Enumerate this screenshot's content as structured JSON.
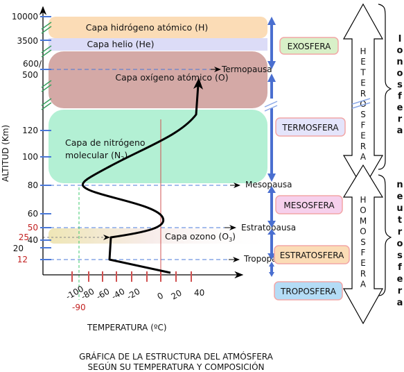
{
  "axes": {
    "y_label": "ALTITUD (Km)",
    "x_label": "TEMPERATURA (ºC)",
    "y_ticks": [
      "10000",
      "3500",
      "600/",
      "500",
      "120",
      "100",
      "80",
      "60",
      "50",
      "40",
      "25",
      "20",
      "12"
    ],
    "x_ticks": [
      "-100",
      "-80",
      "-60",
      "-40",
      "-20",
      "0",
      "20",
      "40"
    ],
    "x_min_label": "-90"
  },
  "layers": {
    "h": "Capa hidrógeno atómico (H)",
    "he": "Capa helio (He)",
    "o": "Capa oxígeno atómico (O)",
    "n2_line1": "Capa de  nitrógeno",
    "n2_line2": "molecular (N",
    "n2_sub": "2",
    "n2_close": ")",
    "ozone": "Capa ozono (O",
    "ozone_sub": "3",
    "ozone_close": ")"
  },
  "pauses": {
    "termopausa": "Termopausa",
    "mesopausa": "Mesopausa",
    "estratopausa": "Estratopausa",
    "tropopausa": "Tropopausa"
  },
  "spheres": {
    "exosfera": "EXOSFERA",
    "termosfera": "TERMOSFERA",
    "mesosfera": "MESOSFERA",
    "estratosfera": "ESTRATOSFERA",
    "troposfera": "TROPOSFERA"
  },
  "composition": {
    "hetero_letters": [
      "H",
      "E",
      "T",
      "E",
      "R",
      "O",
      "S",
      "F",
      "E",
      "R",
      "A"
    ],
    "homo_letters": [
      "H",
      "O",
      "M",
      "O",
      "S",
      "F",
      "E",
      "R",
      "A"
    ],
    "ionosfera": [
      "I",
      "o",
      "n",
      "o",
      "s",
      "f",
      "e",
      "r",
      "a"
    ],
    "neutrosfera": [
      "n",
      "e",
      "u",
      "t",
      "r",
      "o",
      "s",
      "f",
      "e",
      "r",
      "a"
    ]
  },
  "caption": {
    "line1": "GRÁFICA DE LA ESTRUCTURA DEL ATMÓSFERA",
    "line2": "SEGÚN SU TEMPERATURA Y COMPOSICIÓN"
  },
  "colors": {
    "h_layer": "#fbdcb6",
    "he_layer": "#dcdcf7",
    "o_layer": "#d4a9a6",
    "n2_layer": "#b3f0d4",
    "ozone": "#f0e6b8",
    "axis_tick": "#4a78d8",
    "red_label": "#c22020"
  }
}
